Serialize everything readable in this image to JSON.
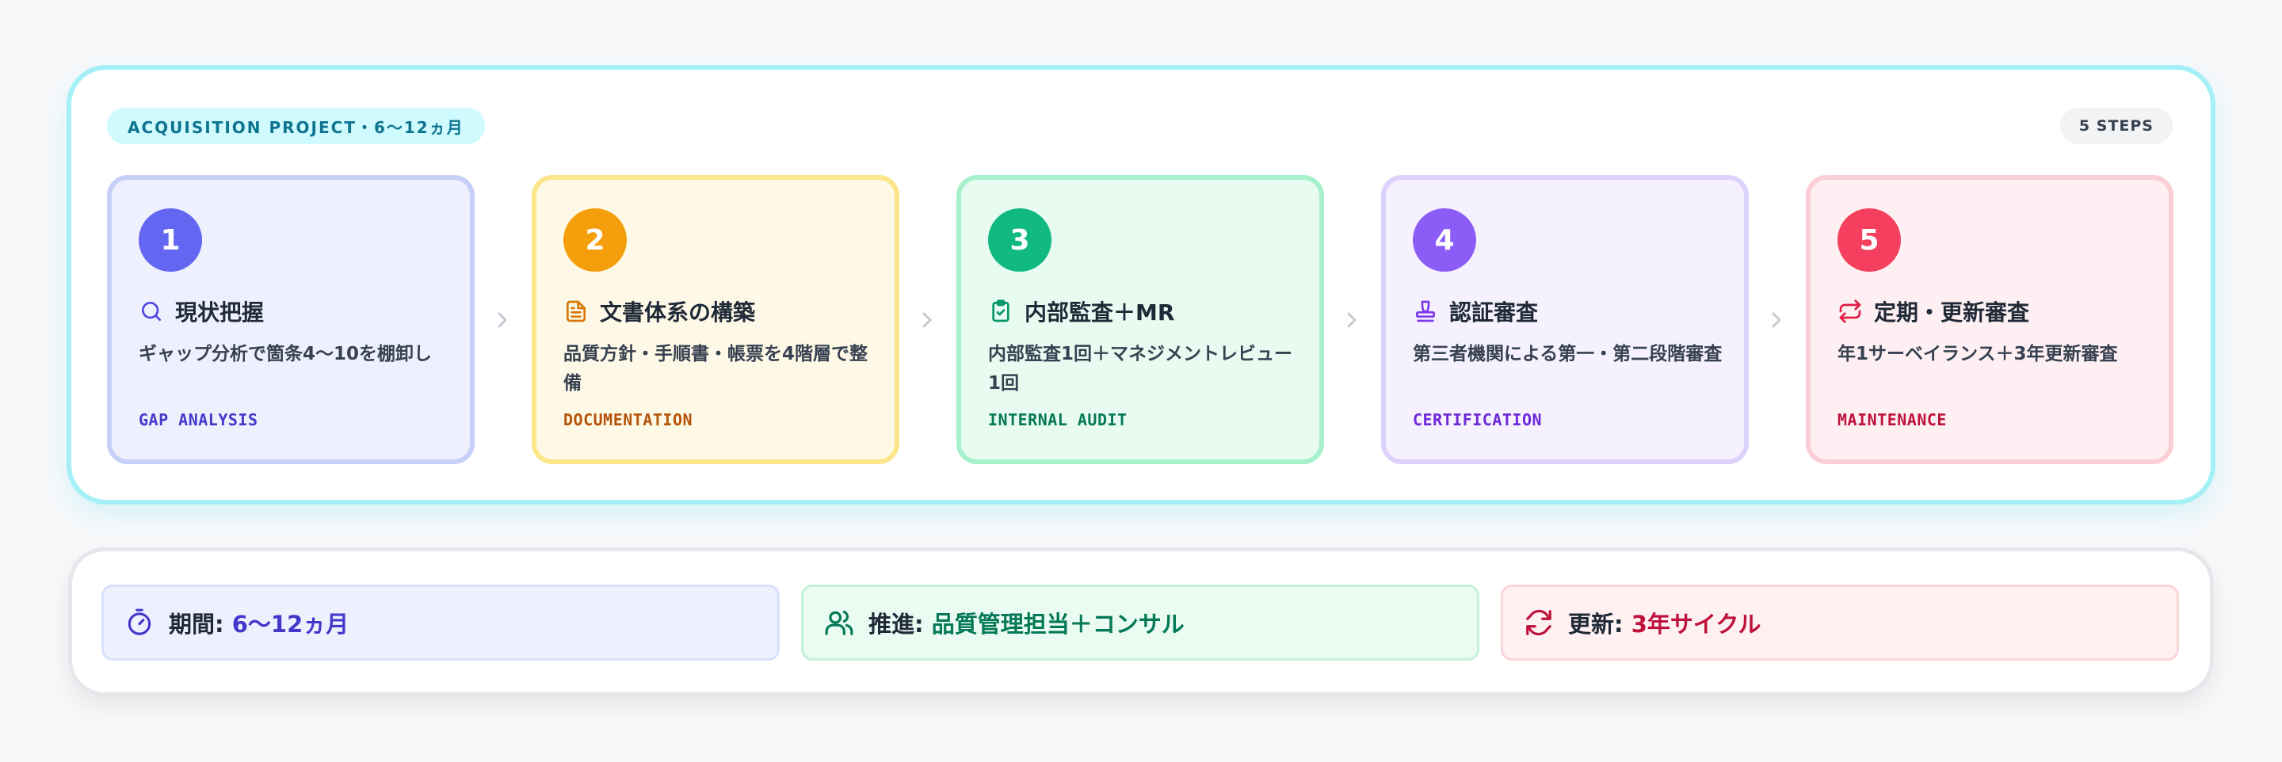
{
  "header": {
    "badge": "ACQUISITION PROJECT・6〜12ヵ月",
    "steps_count": "5 STEPS"
  },
  "steps": [
    {
      "number": "1",
      "icon": "search-icon",
      "title": "現状把握",
      "description": "ギャップ分析で箇条4〜10を棚卸し",
      "code": "GAP ANALYSIS",
      "accent": "#6366f1"
    },
    {
      "number": "2",
      "icon": "document-icon",
      "title": "文書体系の構築",
      "description": "品質方針・手順書・帳票を4階層で整備",
      "code": "DOCUMENTATION",
      "accent": "#f59e0b"
    },
    {
      "number": "3",
      "icon": "clipboard-check-icon",
      "title": "内部監査＋MR",
      "description": "内部監査1回＋マネジメントレビュー1回",
      "code": "INTERNAL AUDIT",
      "accent": "#10b981"
    },
    {
      "number": "4",
      "icon": "stamp-icon",
      "title": "認証審査",
      "description": "第三者機関による第一・第二段階審査",
      "code": "CERTIFICATION",
      "accent": "#8b5cf6"
    },
    {
      "number": "5",
      "icon": "repeat-icon",
      "title": "定期・更新審査",
      "description": "年1サーベイランス＋3年更新審査",
      "code": "MAINTENANCE",
      "accent": "#f43f5e"
    }
  ],
  "footer": [
    {
      "icon": "timer-icon",
      "label": "期間:",
      "value": "6〜12ヵ月"
    },
    {
      "icon": "users-icon",
      "label": "推進:",
      "value": "品質管理担当＋コンサル"
    },
    {
      "icon": "refresh-icon",
      "label": "更新:",
      "value": "3年サイクル"
    }
  ]
}
